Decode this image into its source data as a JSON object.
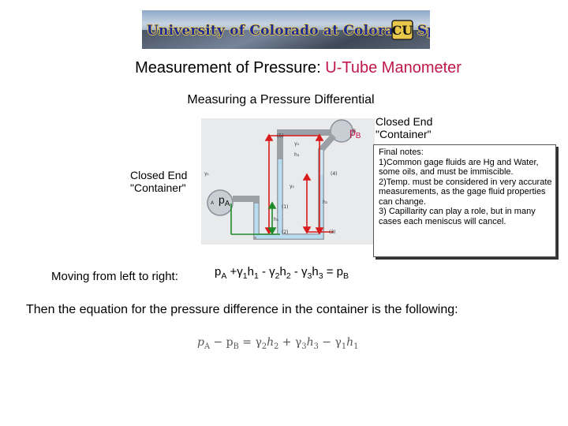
{
  "banner": {
    "text": "University of Colorado at Colorado Springs",
    "logo": "CU"
  },
  "title": {
    "main": "Measurement of Pressure: ",
    "highlight": "U-Tube Manometer"
  },
  "subtitle": "Measuring a Pressure Differential",
  "diagram": {
    "label_right": {
      "line1": "Closed End",
      "line2": "\"Container\""
    },
    "label_left": {
      "line1": "Closed End",
      "line2": "\"Container\""
    },
    "pB": {
      "p": "p",
      "sub": "B"
    },
    "pA": {
      "p": "p",
      "sub": "A"
    },
    "small": {
      "n5": "(5)",
      "n4": "(4)",
      "n1": "(1)",
      "n2": "(2)",
      "n3": "(3)",
      "h3": "h₃",
      "h2": "h₂",
      "h1": "h₁",
      "g3": "γ₃",
      "g2": "γ₂",
      "g1": "γ₁",
      "A": "A",
      "B": "B",
      "pa": "pₐ",
      "pb": "pₕ"
    }
  },
  "notes": {
    "title": "Final notes:",
    "items": [
      "1)Common gage fluids are Hg and Water, some oils, and must be immiscible.",
      "2)Temp. must be considered in very accurate measurements, as the gage fluid properties can change.",
      "3) Capillarity can play a role, but in many cases each meniscus will cancel."
    ]
  },
  "moving": "Moving from left to right:",
  "equation1": {
    "pA": "p",
    "pAsub": "A",
    "t1": "+γ",
    "s1": "1",
    "h1": "h",
    "hs1": "1",
    "t2": " - γ",
    "s2": "2",
    "h2": "h",
    "hs2": "2",
    "t3": " - γ",
    "s3": "3",
    "h3": "h",
    "hs3": "3",
    "eq": " = p",
    "pBsub": "B"
  },
  "then": "Then the equation for the pressure difference in the container is the following:",
  "equation2": {
    "lhs": "p",
    "lhs_a": "A",
    "minus": " − p",
    "lhs_b": "B",
    "eq": " = γ",
    "r1": "2",
    "h": "h",
    "r1h": "2",
    "plus": " + γ",
    "r2": "3",
    "h2": "h",
    "r2h": "3",
    "minus2": " − γ",
    "r3": "1",
    "h3": "h",
    "r3h": "1"
  },
  "colors": {
    "title_highlight": "#c0184a",
    "arrow_red": "#d81b1b",
    "arrow_green": "#1f8a2a",
    "fluid": "#b8dcf0",
    "tube": "#9aa0a6"
  }
}
